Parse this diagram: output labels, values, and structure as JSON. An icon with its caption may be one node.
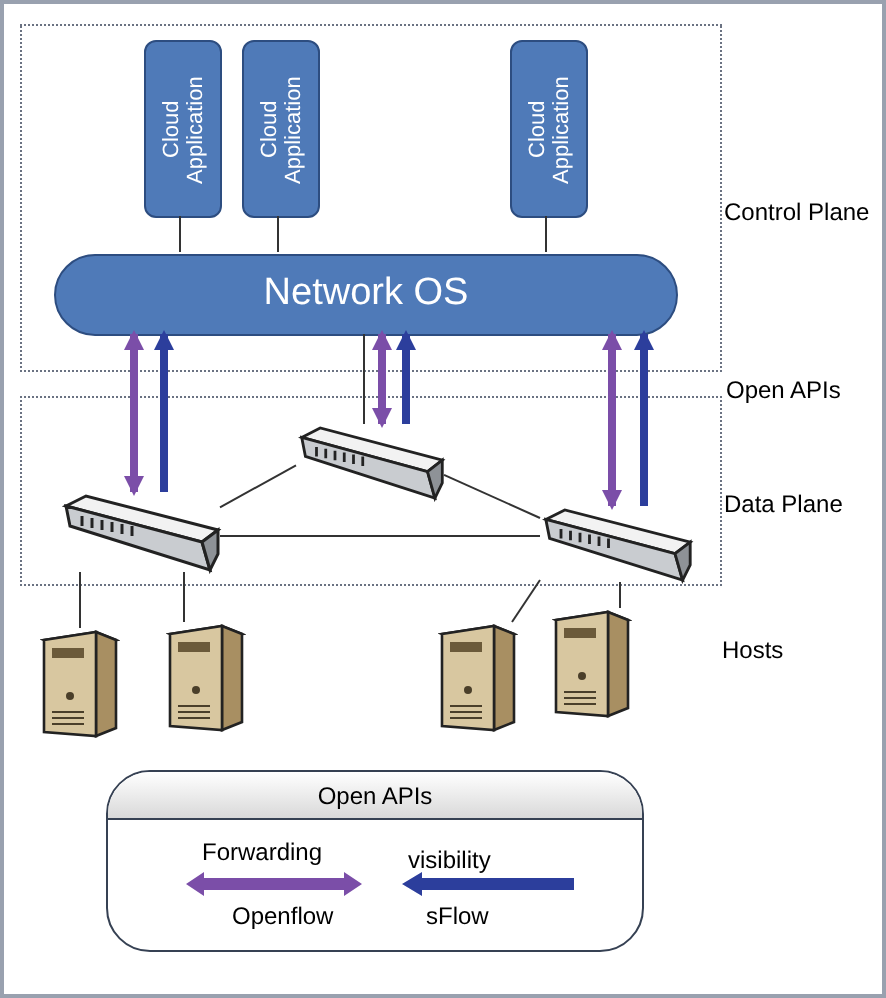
{
  "diagram": {
    "nodes": [
      {
        "text": [
          "Control Plane"
        ]
      },
      {
        "text": [
          "Cloud Application"
        ],
        "in": 0
      },
      {
        "text": [
          "Cloud Application"
        ],
        "in": 0
      },
      {
        "text": [
          "Cloud Application"
        ],
        "in": 0
      },
      {
        "text": [
          "Network OS"
        ],
        "in": 0
      },
      {
        "text": [
          "Data Plane"
        ]
      },
      {
        "text": [],
        "shape": "switch",
        "in": 5
      },
      {
        "text": [],
        "shape": "switch",
        "in": 5
      },
      {
        "text": [],
        "shape": "switch",
        "in": 5
      },
      {
        "text": [],
        "shape": "server"
      },
      {
        "text": [],
        "shape": "server"
      },
      {
        "text": [],
        "shape": "server"
      },
      {
        "text": [],
        "shape": "server"
      },
      {
        "text": [
          "Open APIs"
        ]
      }
    ],
    "edges": [
      {
        "from": 1,
        "to": 4,
        "arrow": "none"
      },
      {
        "from": 2,
        "to": 4,
        "arrow": "none"
      },
      {
        "from": 3,
        "to": 4,
        "arrow": "none"
      },
      {
        "from": 4,
        "to": 7,
        "arrow": "none"
      },
      {
        "from": 6,
        "to": 4,
        "arrow": "both",
        "style": "thick",
        "color": "#7b4ea8"
      },
      {
        "from": 6,
        "to": 4,
        "arrow": "to",
        "style": "thick",
        "color": "#2c3e9c"
      },
      {
        "from": 7,
        "to": 4,
        "arrow": "both",
        "style": "thick",
        "color": "#7b4ea8"
      },
      {
        "from": 7,
        "to": 4,
        "arrow": "to",
        "style": "thick",
        "color": "#2c3e9c"
      },
      {
        "from": 8,
        "to": 4,
        "arrow": "both",
        "style": "thick",
        "color": "#7b4ea8"
      },
      {
        "from": 8,
        "to": 4,
        "arrow": "to",
        "style": "thick",
        "color": "#2c3e9c"
      },
      {
        "from": 6,
        "to": 7,
        "arrow": "none"
      },
      {
        "from": 7,
        "to": 8,
        "arrow": "none"
      },
      {
        "from": 6,
        "to": 8,
        "arrow": "none"
      },
      {
        "from": 6,
        "to": 9,
        "arrow": "none"
      },
      {
        "from": 6,
        "to": 10,
        "arrow": "none"
      },
      {
        "from": 8,
        "to": 11,
        "arrow": "none"
      },
      {
        "from": 8,
        "to": 12,
        "arrow": "none"
      }
    ],
    "labels": [
      "Open APIs",
      "Hosts"
    ],
    "legend": [
      {
        "text": "Forwarding"
      },
      {
        "text": "Openflow"
      },
      {
        "text": "visibility"
      },
      {
        "text": "sFlow"
      }
    ]
  }
}
